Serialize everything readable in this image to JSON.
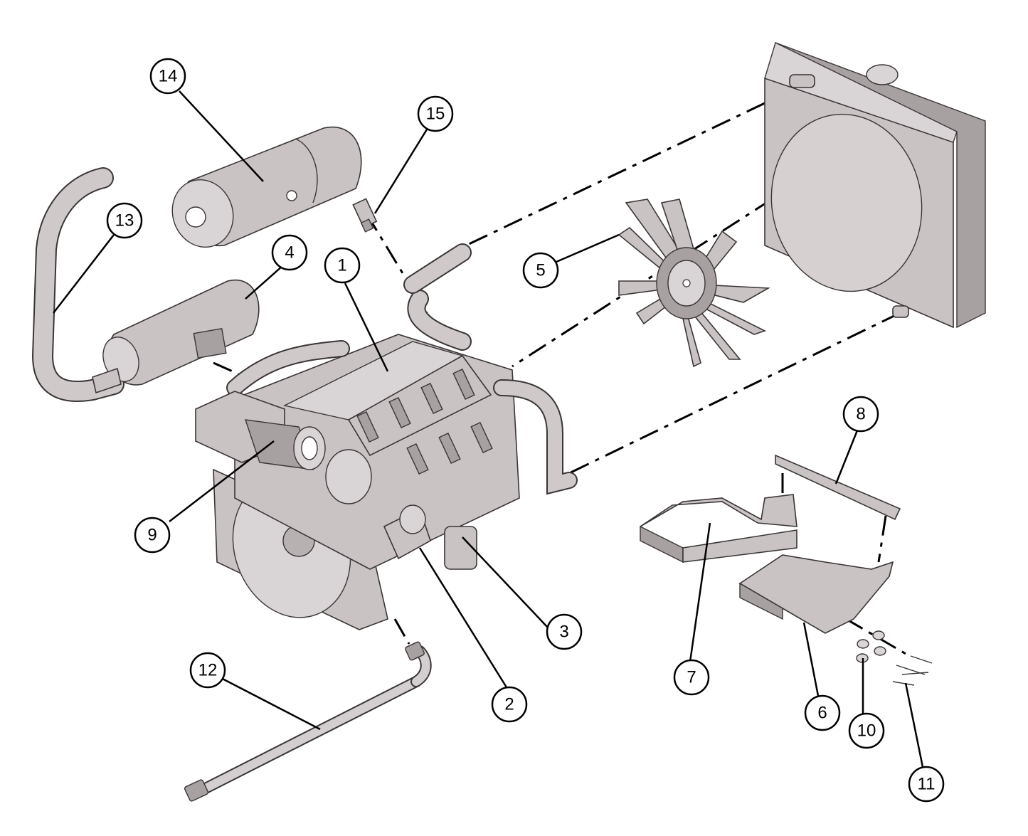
{
  "callouts": [
    {
      "id": "1",
      "label": "1"
    },
    {
      "id": "2",
      "label": "2"
    },
    {
      "id": "3",
      "label": "3"
    },
    {
      "id": "4",
      "label": "4"
    },
    {
      "id": "5",
      "label": "5"
    },
    {
      "id": "6",
      "label": "6"
    },
    {
      "id": "7",
      "label": "7"
    },
    {
      "id": "8",
      "label": "8"
    },
    {
      "id": "9",
      "label": "9"
    },
    {
      "id": "10",
      "label": "10"
    },
    {
      "id": "11",
      "label": "11"
    },
    {
      "id": "12",
      "label": "12"
    },
    {
      "id": "13",
      "label": "13"
    },
    {
      "id": "14",
      "label": "14"
    },
    {
      "id": "15",
      "label": "15"
    }
  ],
  "colors": {
    "part_fill": "#c9c3c4",
    "outline": "#3a3536",
    "callout_stroke": "#000000",
    "background": "#ffffff"
  }
}
